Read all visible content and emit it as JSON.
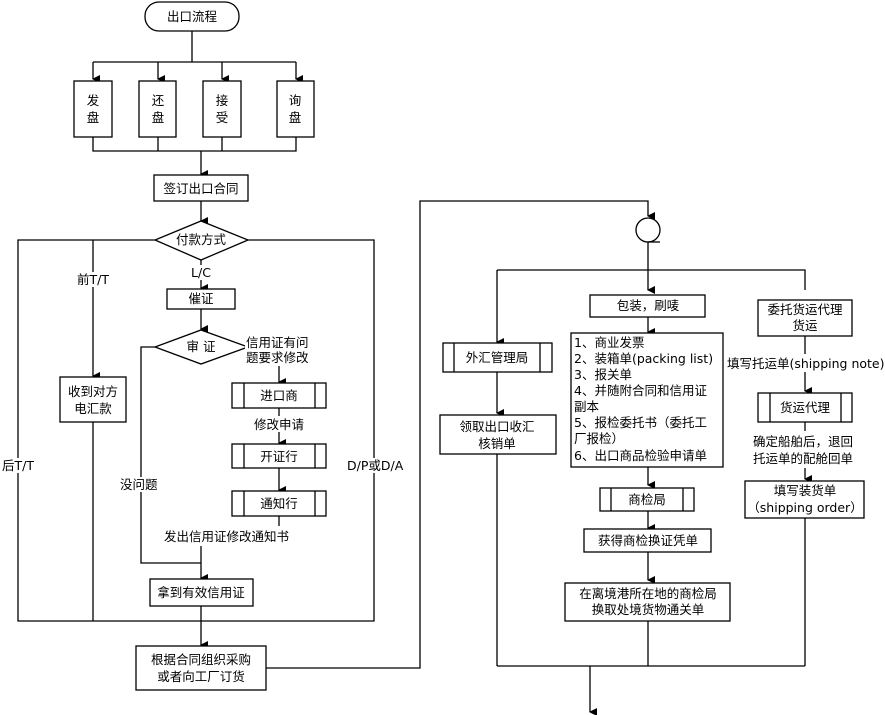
{
  "title": "出口流程",
  "nodes": {
    "start": "出口流程",
    "fapan": [
      "发",
      "盘"
    ],
    "huanpan": [
      "还",
      "盘"
    ],
    "jieshou": [
      "接",
      "受"
    ],
    "xunpan": [
      "询",
      "盘"
    ],
    "sign_contract": "签订出口合同",
    "payment_method": "付款方式",
    "urge_lc": "催证",
    "review_lc": "审 证",
    "receive_tt": [
      "收到对方",
      "电汇款"
    ],
    "importer": "进口商",
    "issuing_bank": "开证行",
    "advising_bank": "通知行",
    "valid_lc": "拿到有效信用证",
    "procure": [
      "根据合同组织采购",
      "或者向工厂订货"
    ],
    "packing": "包装，刷唛",
    "documents": [
      "1、商业发票",
      "2、装箱单(packing list)",
      "3、报关单",
      "4、并随附合同和信用证",
      "副本",
      "5、报检委托书（委托工",
      "厂报检）",
      "6、出口商品检验申请单"
    ],
    "forex_bureau": "外汇管理局",
    "verification_form": [
      "领取出口收汇",
      "核销单"
    ],
    "commodity_inspection": "商检局",
    "inspection_voucher": "获得商检换证凭单",
    "customs_clearance": [
      "在离境港所在地的商检局",
      "换取处境货物通关单"
    ],
    "freight_entrust": [
      "委托货运代理",
      "货运"
    ],
    "freight_agent": "货运代理",
    "shipping_order": [
      "填写装货单",
      "（shipping order）"
    ]
  },
  "edge_labels": {
    "lc": "L/C",
    "prepaid_tt": "前T/T",
    "post_tt": "后T/T",
    "dp_da": "D/P或D/A",
    "lc_problem": [
      "信用证有问",
      "题要求修改"
    ],
    "amend_request": "修改申请",
    "no_problem": "没问题",
    "amend_notice": "发出信用证修改通知书",
    "shipping_note": "填写托运单(shipping note)",
    "booking_return": [
      "确定船舶后，退回",
      "托运单的配舱回单"
    ]
  }
}
